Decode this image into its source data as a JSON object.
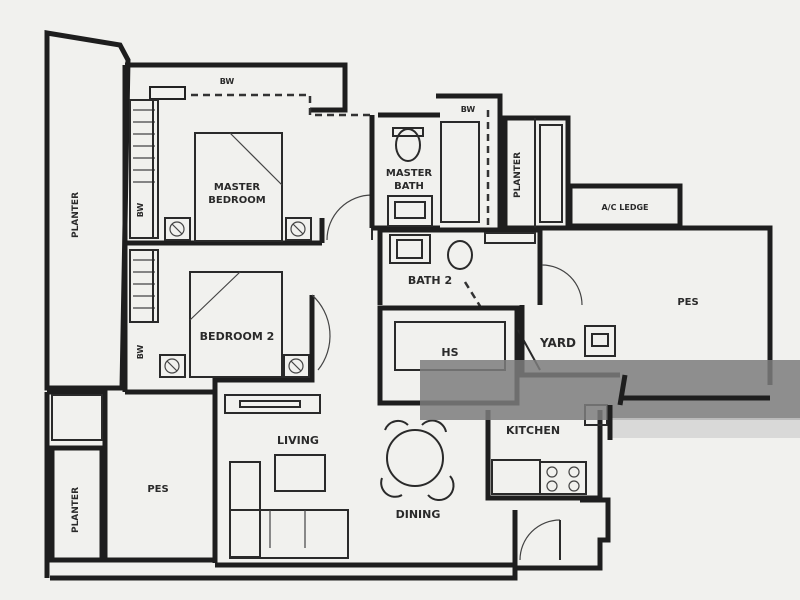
{
  "labels": {
    "bw_top": "BW",
    "bw_bath": "BW",
    "bw_master_side": "BW",
    "bw_bed2_side": "BW",
    "planter_left": "PLANTER",
    "planter_bottom": "PLANTER",
    "planter_right": "PLANTER",
    "master_bedroom_line1": "MASTER",
    "master_bedroom_line2": "BEDROOM",
    "master_bath_line1": "MASTER",
    "master_bath_line2": "BATH",
    "ac_ledge": "A/C LEDGE",
    "bath2": "BATH 2",
    "pes_right": "PES",
    "bedroom2": "BEDROOM 2",
    "hs": "HS",
    "yard": "YARD",
    "living": "LIVING",
    "kitchen": "KITCHEN",
    "pes_left": "PES",
    "dining": "DINING"
  },
  "colors": {
    "background": "#f1f1ee",
    "walls": "#1e1e1e",
    "overlay_band": "#7c7c7c"
  }
}
